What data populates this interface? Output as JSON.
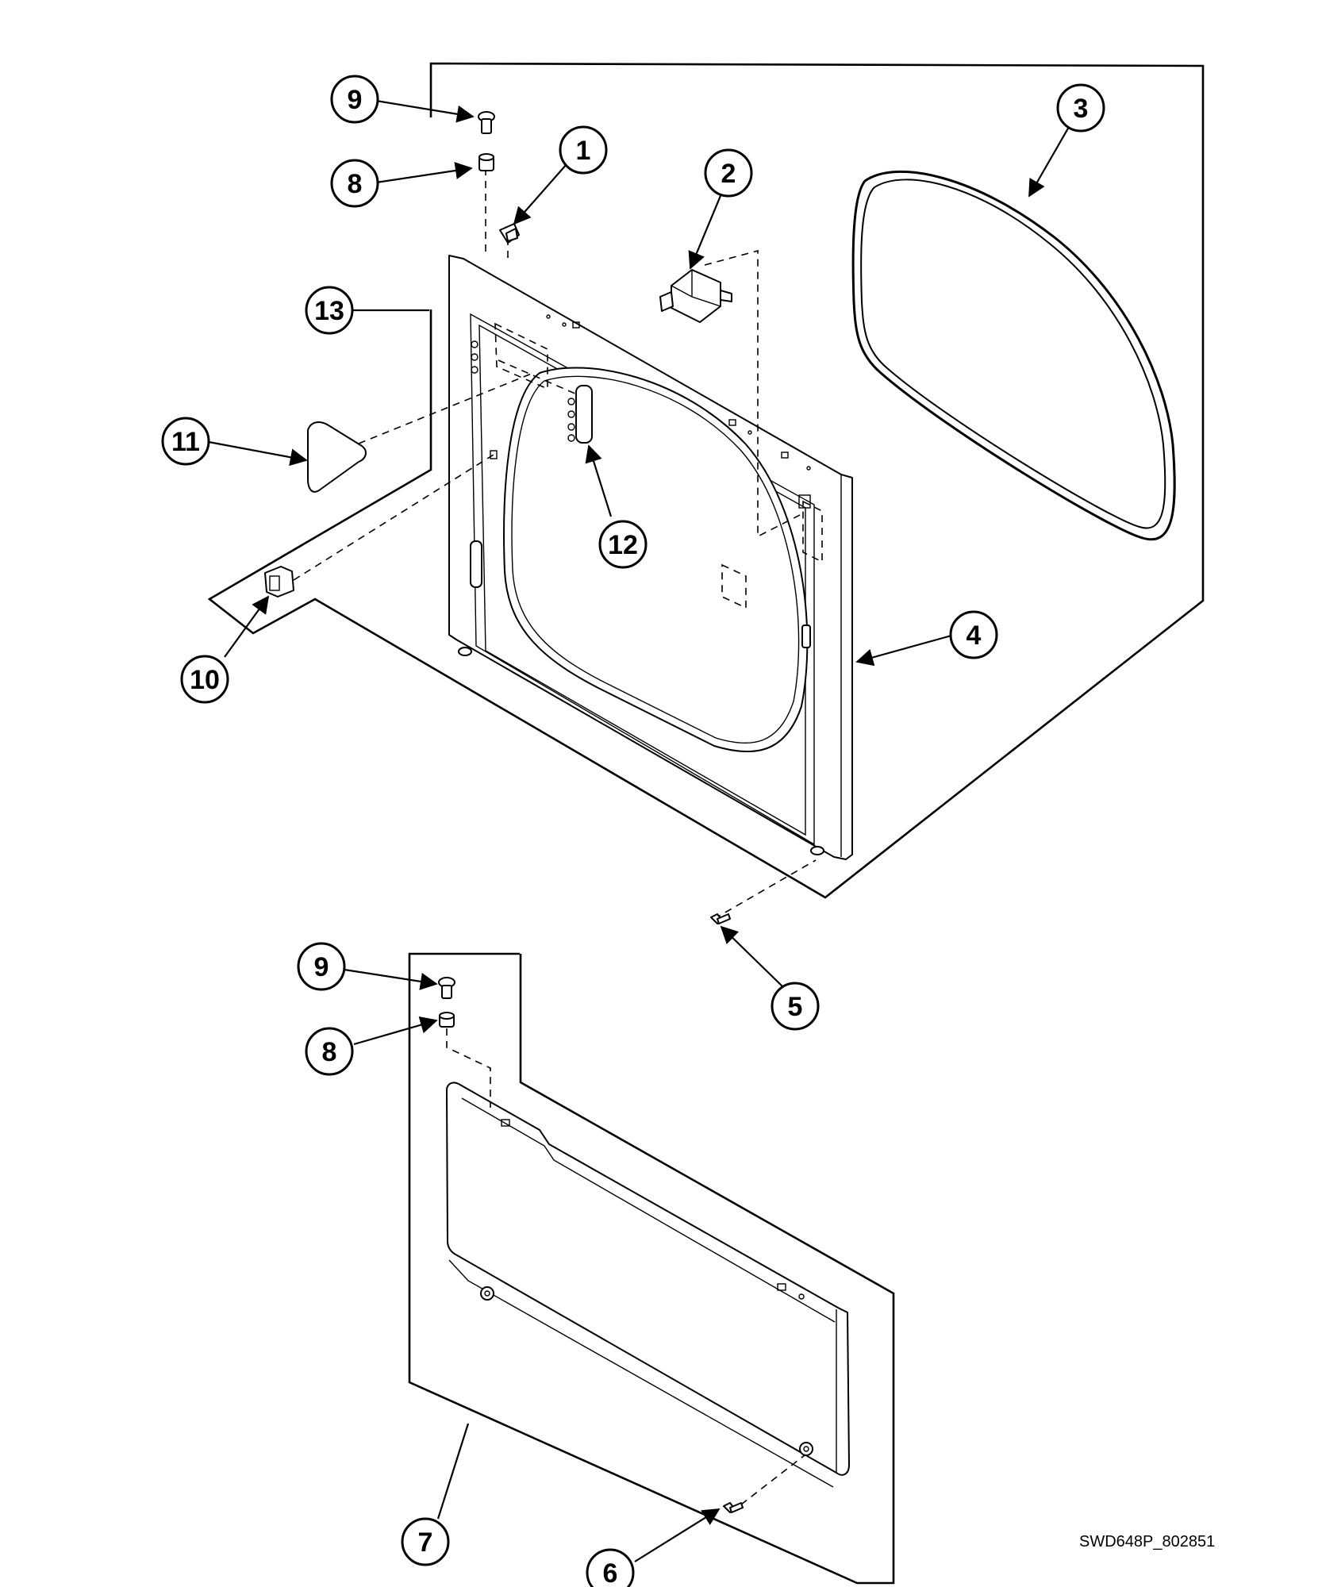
{
  "diagram": {
    "callouts": {
      "c9_top": "9",
      "c8_top": "8",
      "c1": "1",
      "c2": "2",
      "c3": "3",
      "c13": "13",
      "c11": "11",
      "c12": "12",
      "c10": "10",
      "c4": "4",
      "c5": "5",
      "c9_bottom": "9",
      "c8_bottom": "8",
      "c7": "7",
      "c6": "6"
    },
    "drawing_code": "SWD648P_802851"
  }
}
